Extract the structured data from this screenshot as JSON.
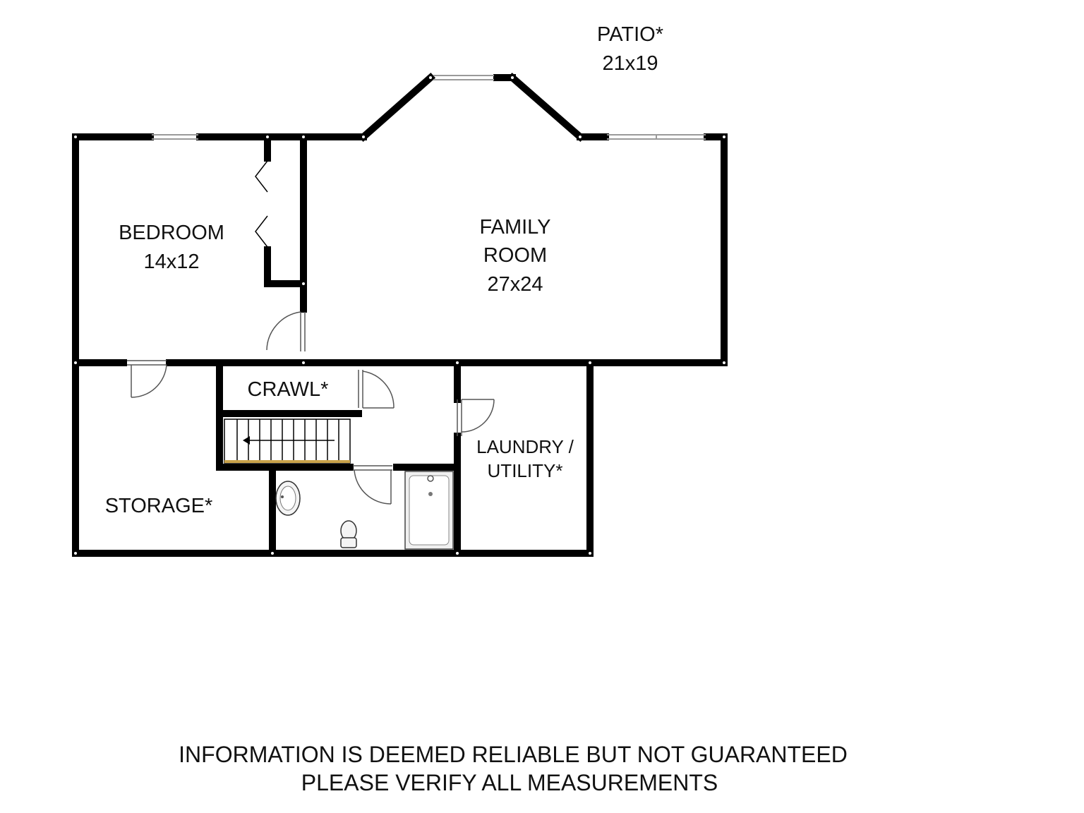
{
  "rooms": {
    "patio": {
      "name": "PATIO*",
      "dims": "21x19"
    },
    "bedroom": {
      "name": "BEDROOM",
      "dims": "14x12"
    },
    "family_room": {
      "name_line1": "FAMILY",
      "name_line2": "ROOM",
      "dims": "27x24"
    },
    "crawl": {
      "name": "CRAWL*"
    },
    "laundry": {
      "name_line1": "LAUNDRY /",
      "name_line2": "UTILITY*"
    },
    "storage": {
      "name": "STORAGE*"
    }
  },
  "disclaimer": {
    "line1": "INFORMATION IS DEEMED RELIABLE BUT NOT GUARANTEED",
    "line2": "PLEASE VERIFY ALL MEASUREMENTS"
  },
  "colors": {
    "wall": "#000000",
    "stair_nosing": "#c8a24a",
    "window": "#9a9a9a"
  }
}
